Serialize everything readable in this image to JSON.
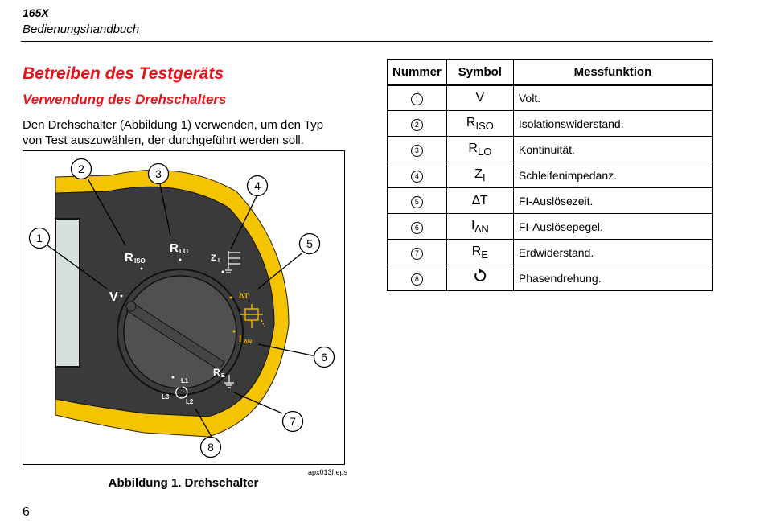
{
  "header": {
    "model": "165X",
    "subtitle": "Bedienungshandbuch"
  },
  "section": {
    "title": "Betreiben des Testgeräts",
    "subtitle": "Verwendung des Drehschalters",
    "intro": "Den Drehschalter (Abbildung 1) verwenden, um den Typ von Test auszuwählen, der durchgeführt werden soll."
  },
  "figure": {
    "caption": "Abbildung 1. Drehschalter",
    "file": "apx013f.eps",
    "callouts": [
      "1",
      "2",
      "3",
      "4",
      "5",
      "6",
      "7",
      "8"
    ],
    "dial_labels": {
      "v": "V",
      "r": "R",
      "iso": "ISO",
      "lo": "LO",
      "z": "Z",
      "zi": "I",
      "dt": "ΔT",
      "i": "I",
      "dn": "ΔN",
      "re": "R",
      "e": "E",
      "l1": "L1",
      "l2": "L2",
      "l3": "L3"
    },
    "colors": {
      "body": "#3a3a3a",
      "dial": "#4a4a4a",
      "yellow": "#f5c400",
      "text": "#ffffff",
      "accent": "#f7b500"
    }
  },
  "table": {
    "headers": [
      "Nummer",
      "Symbol",
      "Messfunktion"
    ],
    "rows": [
      {
        "num": "1",
        "sym": "V",
        "sub": "",
        "fn": "Volt."
      },
      {
        "num": "2",
        "sym": "R",
        "sub": "ISO",
        "fn": "Isolationswiderstand."
      },
      {
        "num": "3",
        "sym": "R",
        "sub": "LO",
        "fn": "Kontinuität."
      },
      {
        "num": "4",
        "sym": "Z",
        "sub": "I",
        "fn": "Schleifenimpedanz."
      },
      {
        "num": "5",
        "sym": "∆T",
        "sub": "",
        "fn": "FI-Auslösezeit."
      },
      {
        "num": "6",
        "sym": "I",
        "sub": "∆N",
        "fn": "FI-Auslösepegel."
      },
      {
        "num": "7",
        "sym": "R",
        "sub": "E",
        "fn": "Erdwiderstand."
      },
      {
        "num": "8",
        "sym": "",
        "sub": "",
        "fn": "Phasendrehung.",
        "icon": "phase-rotation-icon"
      }
    ]
  },
  "page_number": "6"
}
